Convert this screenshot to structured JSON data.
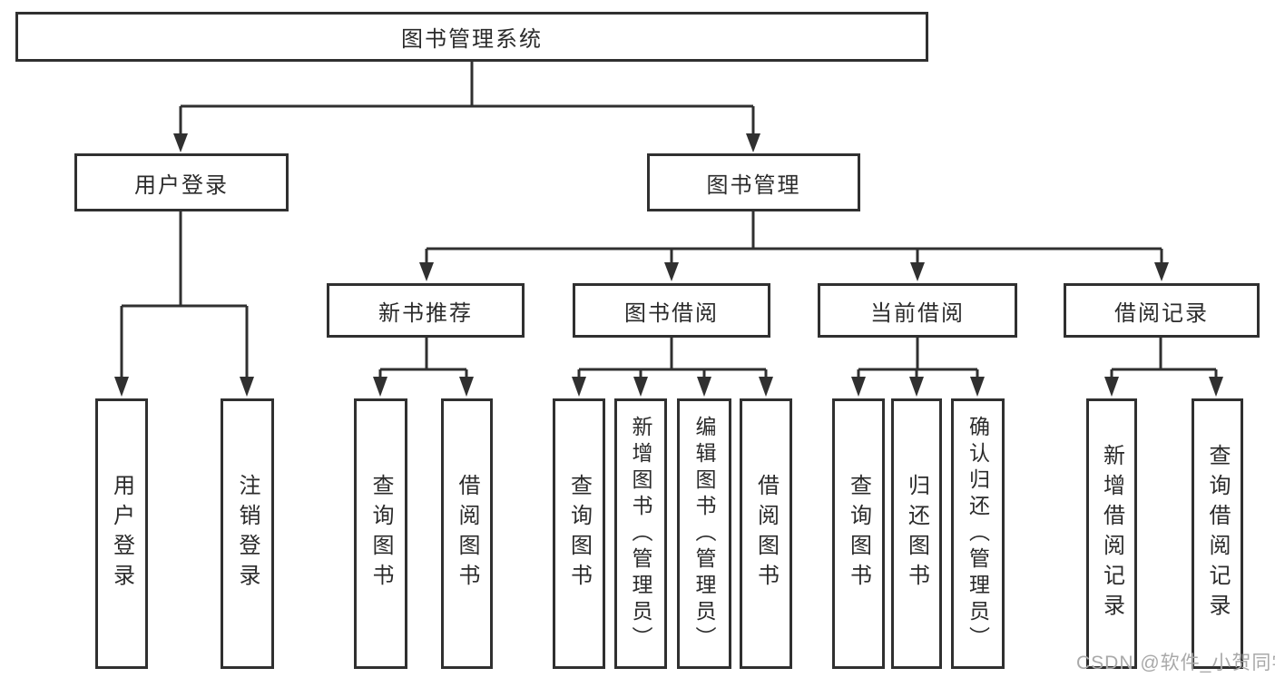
{
  "diagram": {
    "root": {
      "label": "图书管理系统",
      "children": [
        {
          "label": "用户登录",
          "children": [
            {
              "label": "用户登录"
            },
            {
              "label": "注销登录"
            }
          ]
        },
        {
          "label": "图书管理",
          "children": [
            {
              "label": "新书推荐",
              "children": [
                {
                  "label": "查询图书"
                },
                {
                  "label": "借阅图书"
                }
              ]
            },
            {
              "label": "图书借阅",
              "children": [
                {
                  "label": "查询图书"
                },
                {
                  "label": "新增图书（管理员）"
                },
                {
                  "label": "编辑图书（管理员）"
                },
                {
                  "label": "借阅图书"
                }
              ]
            },
            {
              "label": "当前借阅",
              "children": [
                {
                  "label": "查询图书"
                },
                {
                  "label": "归还图书"
                },
                {
                  "label": "确认归还（管理员）"
                }
              ]
            },
            {
              "label": "借阅记录",
              "children": [
                {
                  "label": "新增借阅记录"
                },
                {
                  "label": "查询借阅记录"
                }
              ]
            }
          ]
        }
      ]
    },
    "watermark": "CSDN @软件_小贺同学",
    "line_color": "#303030"
  }
}
